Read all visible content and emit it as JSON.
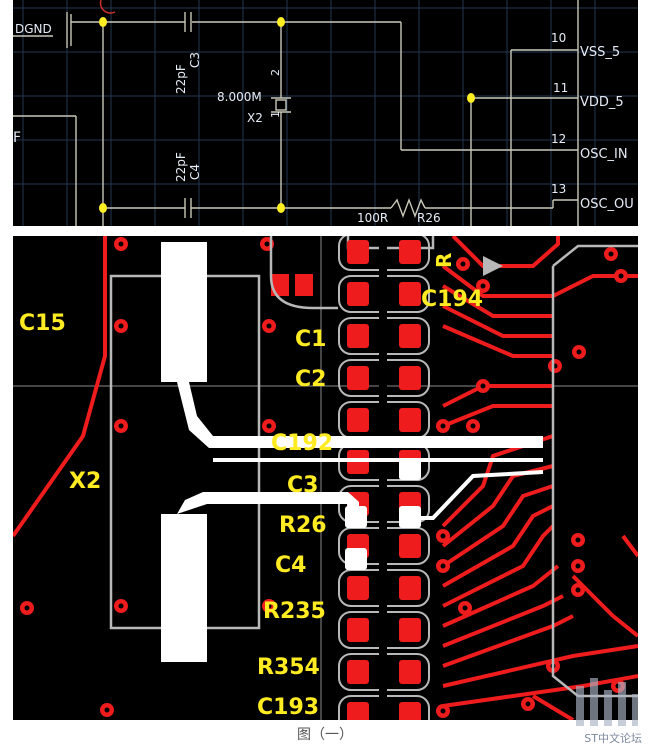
{
  "schematic": {
    "net_dgnd": "DGND",
    "cap_c3": {
      "value": "22pF",
      "ref": "C3"
    },
    "cap_c4": {
      "value": "22pF",
      "ref": "C4"
    },
    "crystal": {
      "freq": "8.000M",
      "ref": "X2",
      "pin1": "1",
      "pin2": "2"
    },
    "resistor": {
      "value": "100R",
      "ref": "R26"
    },
    "partial_label": "F",
    "pins": [
      {
        "num": "10",
        "name": "VSS_5"
      },
      {
        "num": "11",
        "name": "VDD_5"
      },
      {
        "num": "12",
        "name": "OSC_IN"
      },
      {
        "num": "13",
        "name": "OSC_OU"
      }
    ],
    "colors": {
      "wire": "#c9c9b9",
      "junction": "#ffee22",
      "text": "#e6ecf6",
      "grid": "#2a3a56"
    }
  },
  "pcb": {
    "labels": [
      "C15",
      "X2",
      "C1",
      "C2",
      "C192",
      "C3",
      "R26",
      "C4",
      "R235",
      "R354",
      "C193",
      "C194",
      "R"
    ],
    "colors": {
      "copper": "#ee1c1c",
      "silk": "#ffeb22",
      "highlight": "#ffffff",
      "outline": "#b8b8b8"
    }
  },
  "caption": "图（一）",
  "watermark": "ST中文论坛"
}
